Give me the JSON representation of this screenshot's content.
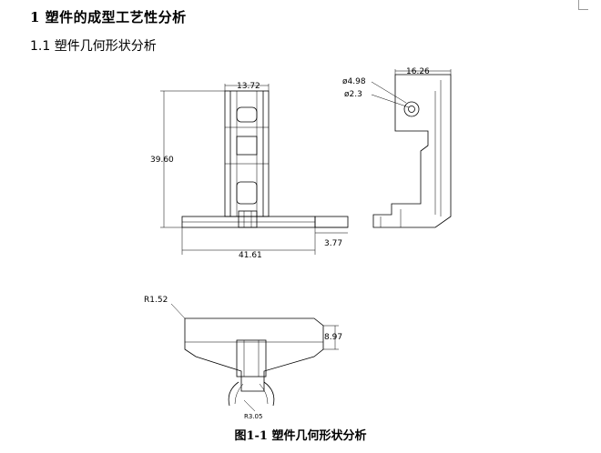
{
  "document": {
    "heading": "1 塑件的成型工艺性分析",
    "subheading": "1.1 塑件几何形状分析",
    "figure_caption": "图1-1 塑件几何形状分析"
  },
  "drawing": {
    "front_view": {
      "top_width": "13.72",
      "height": "39.60",
      "bottom_width": "41.61",
      "flange_thickness": "3.77"
    },
    "side_view": {
      "outer_diameter": "ø4.98",
      "inner_diameter": "ø2.3",
      "width": "16.26"
    },
    "bottom_view": {
      "corner_radius": "R1.52",
      "height": "8.97",
      "hook_radius": "R3.05"
    }
  }
}
